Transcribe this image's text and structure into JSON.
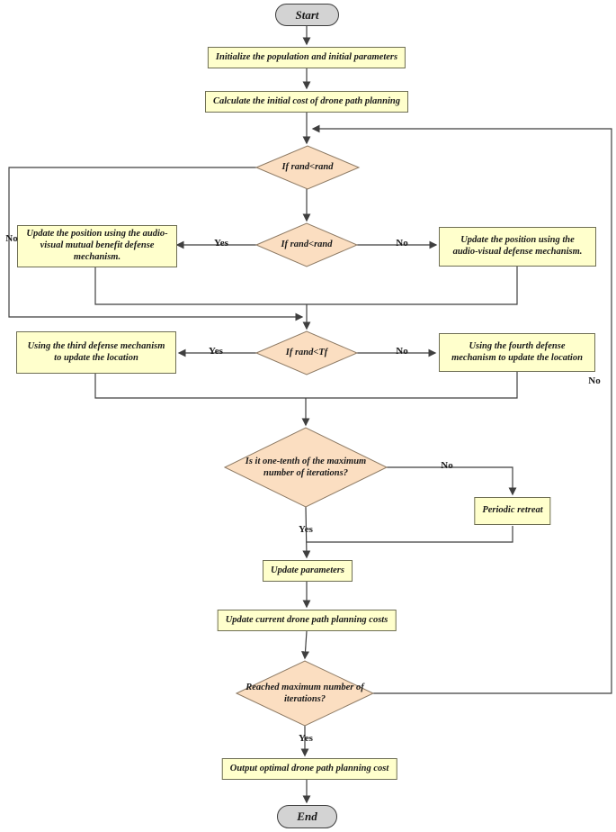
{
  "colors": {
    "process_fill": "#FFFFCC",
    "process_border": "#6e6e54",
    "decision_fill": "#FBDEC1",
    "decision_border": "#8d7a64",
    "terminator_fill": "#D3D3D3",
    "line_color": "#3f3f3f",
    "text_color": "#1a1a1a"
  },
  "nodes": {
    "start": "Start",
    "init": "Initialize the population and initial parameters",
    "calc": "Calculate the initial cost of drone path planning",
    "d1": "If rand<rand",
    "d2": "If rand<rand",
    "mutual": "Update the position using the audio-visual mutual benefit defense mechanism.",
    "visual": "Update the position using the audio-visual defense mechanism.",
    "d3": "If rand<Tf",
    "third": "Using the third defense mechanism to update the location",
    "fourth": "Using the fourth defense mechanism to update the location",
    "tenth": "Is it one-tenth of the maximum number of iterations?",
    "retreat": "Periodic retreat",
    "params": "Update parameters",
    "costs": "Update current drone path planning costs",
    "reached": "Reached maximum number of iterations?",
    "output": "Output optimal drone path planning cost",
    "end": "End"
  },
  "edge_labels": {
    "d1_no": "No",
    "d2_yes": "Yes",
    "d2_no": "No",
    "d3_yes": "Yes",
    "d3_no": "No",
    "tenth_no": "No",
    "tenth_yes": "Yes",
    "reached_no": "No",
    "reached_yes": "Yes"
  }
}
